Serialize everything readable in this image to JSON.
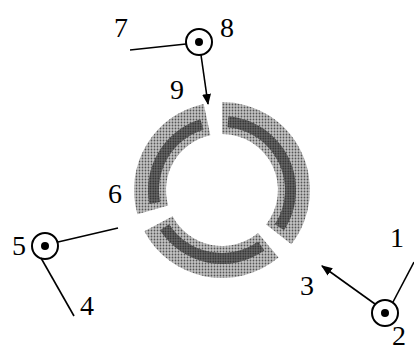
{
  "diagram": {
    "labels": [
      "7",
      "8",
      "9",
      "6",
      "5",
      "4",
      "1",
      "3",
      "2"
    ]
  }
}
